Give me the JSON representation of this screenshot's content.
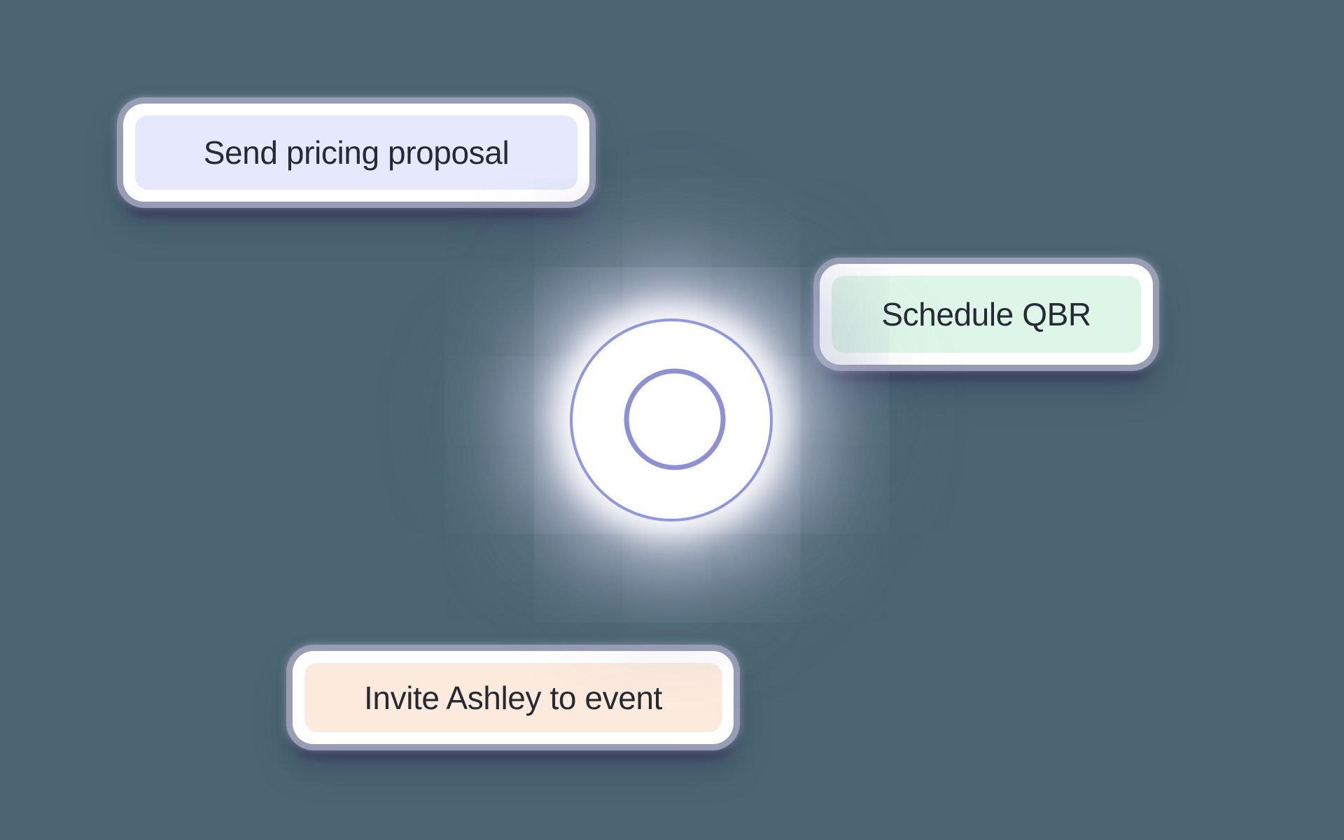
{
  "background": {
    "color": "#4b6671"
  },
  "cards": [
    {
      "label": "Send pricing proposal",
      "fill": "#e5e9fb"
    },
    {
      "label": "Schedule QBR",
      "fill": "#ddf6e7"
    },
    {
      "label": "Invite Ashley to event",
      "fill": "#fcebdd"
    }
  ],
  "orb": {
    "outer_border_color": "#838be4",
    "inner_ring_color": "#8e90d6",
    "fill": "#ffffff"
  },
  "shadow_color": "#2a2c4c",
  "card_frame_color": "#9aa0b6",
  "text_color": "#262a33"
}
